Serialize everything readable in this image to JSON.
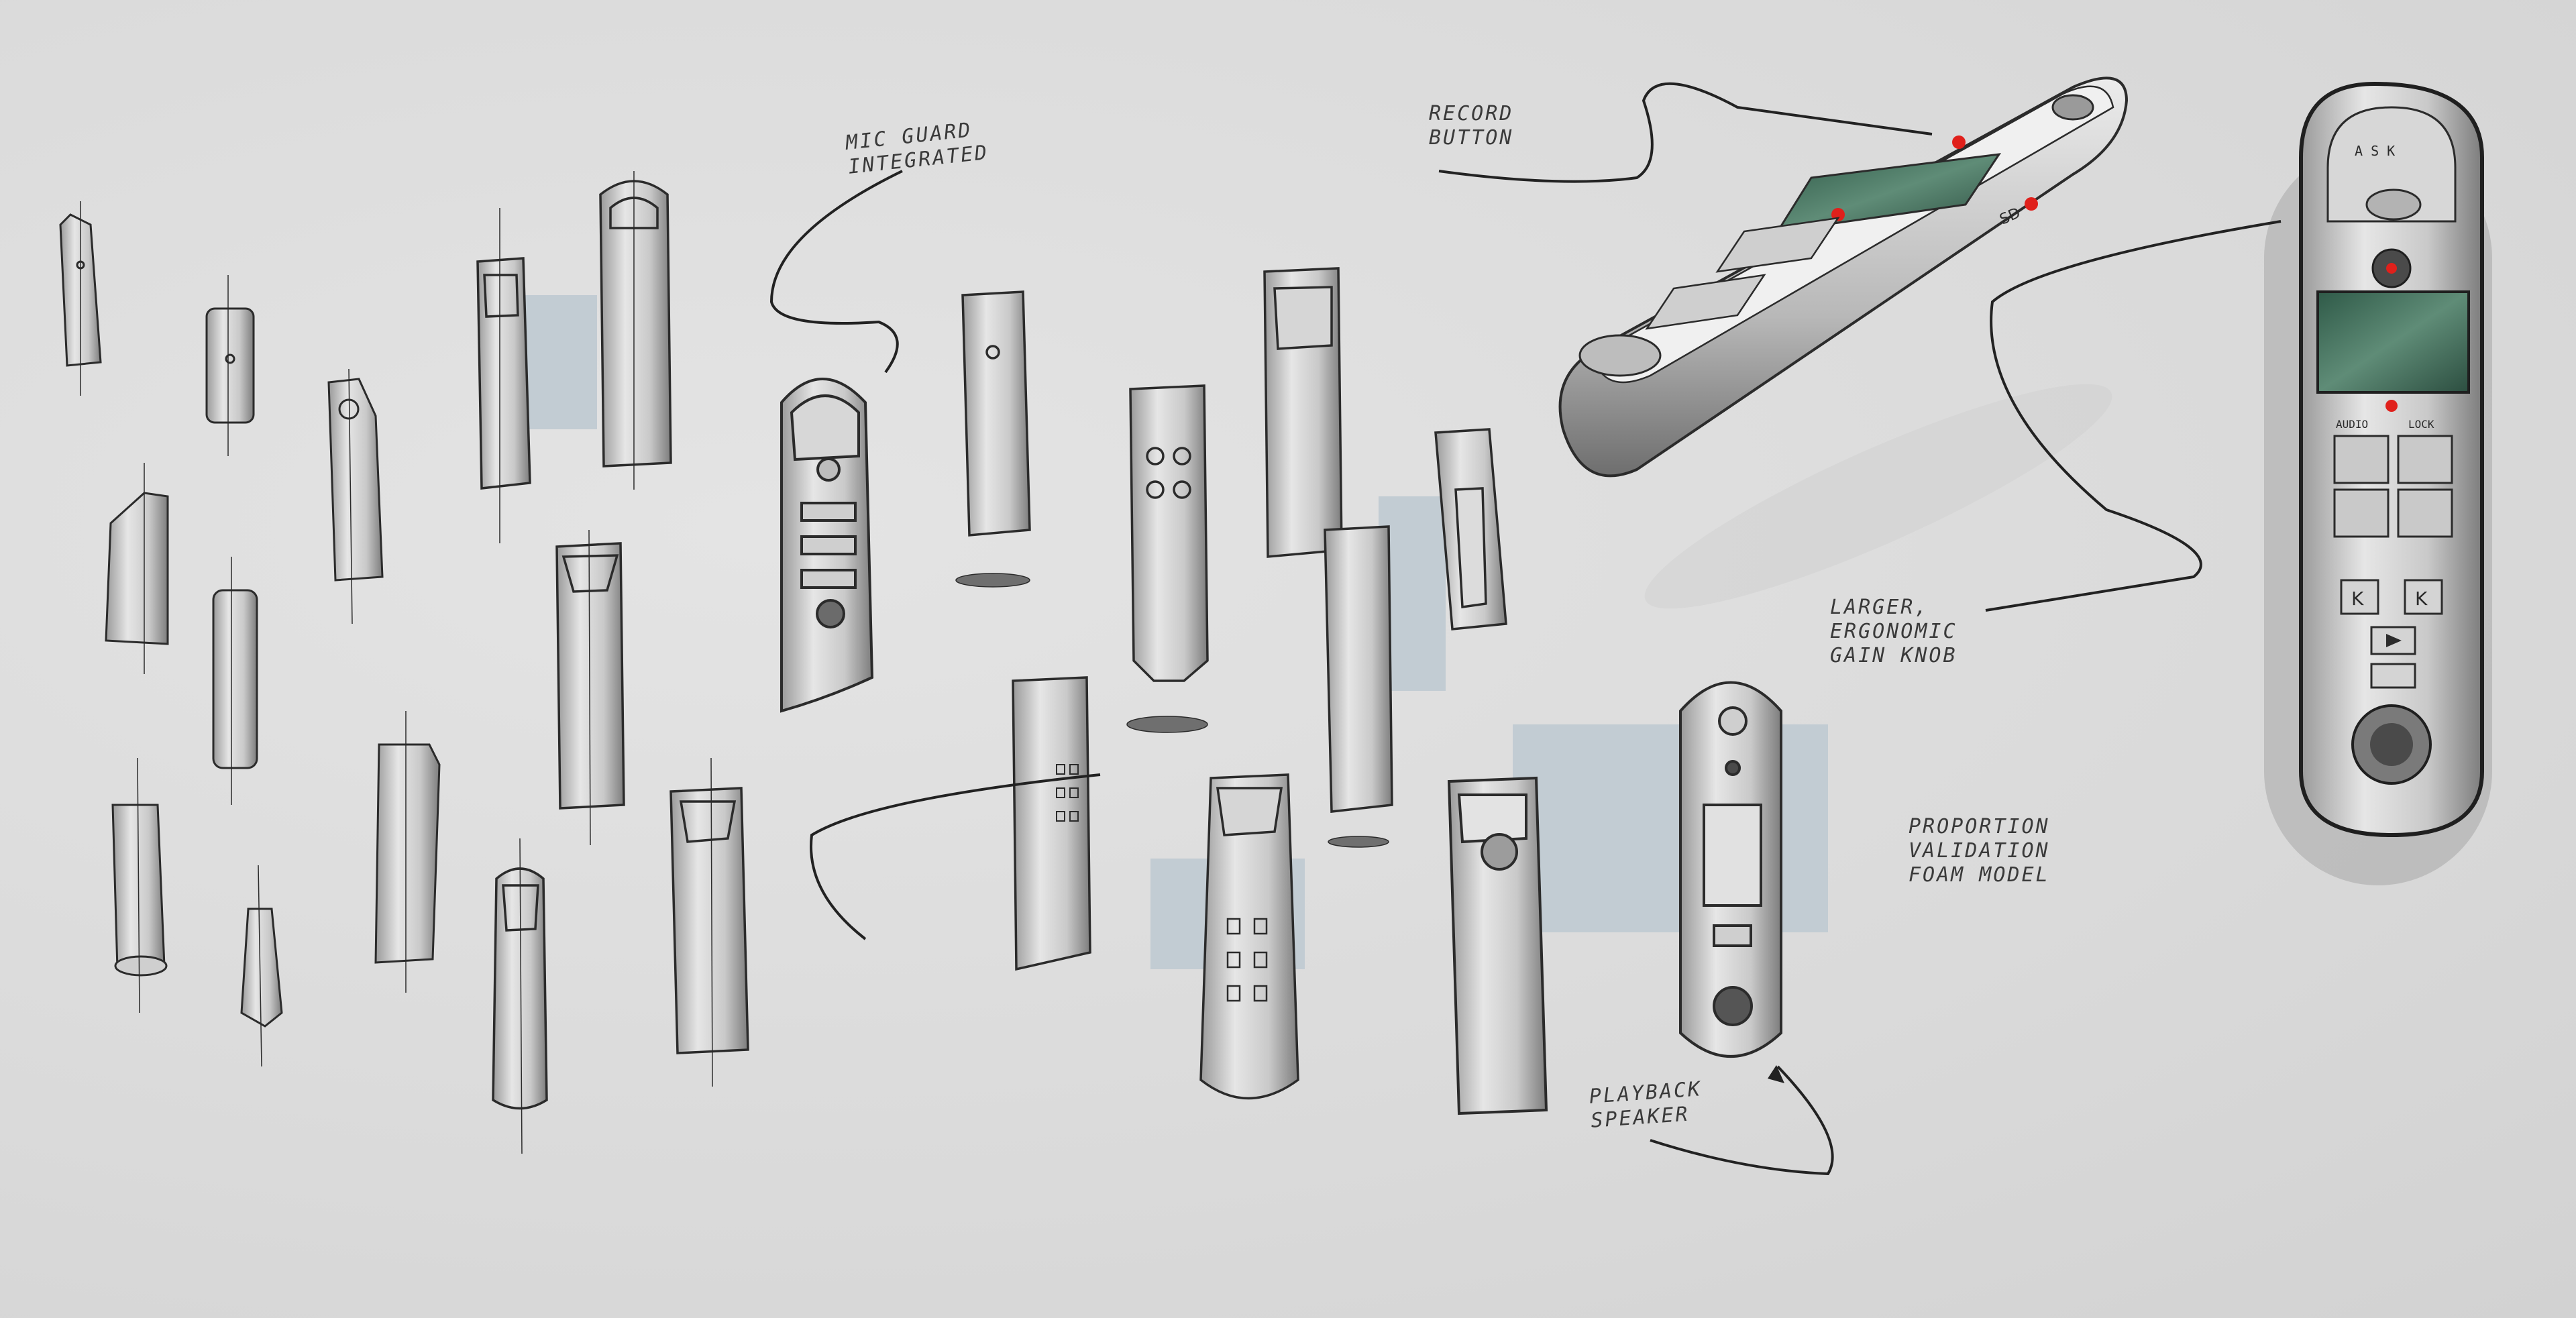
{
  "annotations": {
    "mic_guard": "MIC GUARD\nINTEGRATED",
    "record_button": "RECORD\nBUTTON",
    "gain_knob": "LARGER,\nERGONOMIC\nGAIN KNOB",
    "proportion": "PROPORTION\nVALIDATION\nFoam model",
    "playback": "PLAYBACK\nSPEAKER"
  },
  "device_labels": {
    "sd": "SD",
    "audio": "AUDIO",
    "lock": "LOCK",
    "skip_back": "K",
    "skip_fwd": "K",
    "dial": "A S K"
  },
  "colors": {
    "paper": "#dcdcdc",
    "ink": "#2b2b2b",
    "screen": "#3f6b58",
    "record": "#e0201b",
    "foam_block": "#c2ccd3"
  }
}
